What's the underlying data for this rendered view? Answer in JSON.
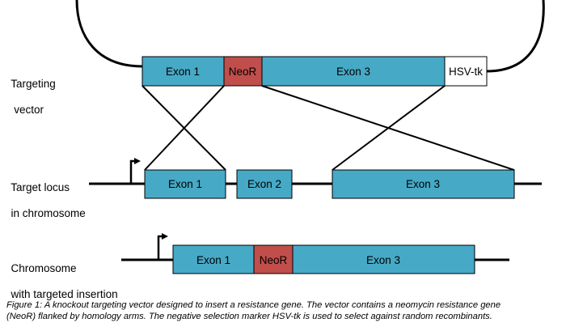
{
  "colors": {
    "exon": "#46a9c6",
    "neo": "#c04e4b",
    "marker": "#ffffff",
    "line": "#000000"
  },
  "rows": {
    "vector": {
      "label_line1": "Targeting",
      "label_line2": " vector",
      "exon1": "Exon 1",
      "neo": "NeoR",
      "exon3": "Exon 3",
      "marker": "HSV-tk"
    },
    "locus": {
      "label_line1": "Target locus",
      "label_line2": "in chromosome",
      "exon1": "Exon 1",
      "exon2": "Exon 2",
      "exon3": "Exon 3"
    },
    "insertion": {
      "label_line1": "Chromosome",
      "label_line2": "with targeted insertion",
      "exon1": "Exon 1",
      "neo": "NeoR",
      "exon3": "Exon 3"
    }
  },
  "caption": {
    "line1": "Figure 1: A knockout targeting vector designed to insert a resistance gene. The vector contains a neomycin resistance gene",
    "line2": "(NeoR) flanked by homology arms. The negative selection marker HSV-tk is used to select against random recombinants."
  }
}
